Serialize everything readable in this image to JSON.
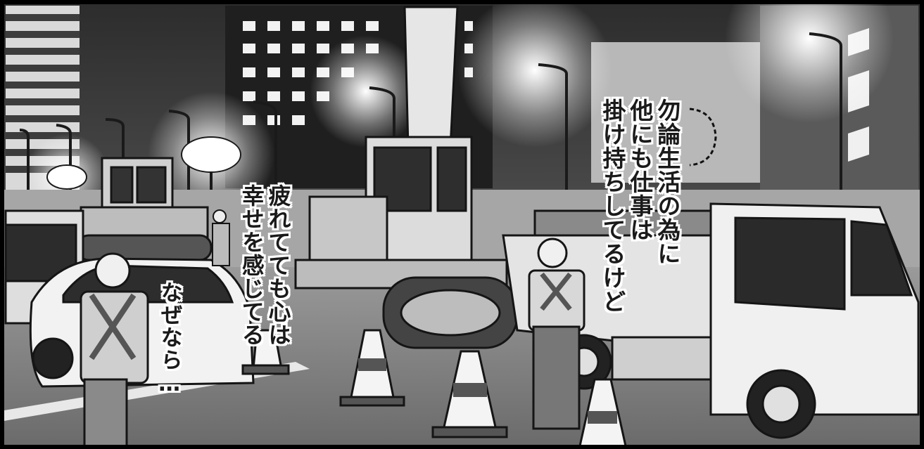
{
  "captions": {
    "caption_1": "勿論生活の為に\n他にも仕事は\n掛け持ちしてるけど",
    "caption_2": "疲れてても心は\n幸せを感じてる",
    "caption_3": "なぜなら…"
  },
  "colors": {
    "night_sky": "#3a3a3a",
    "building_dark": "#2a2a2a",
    "lamp_glow": "#f4f4f4",
    "road": "#8c8c8c",
    "ink": "#151515"
  }
}
